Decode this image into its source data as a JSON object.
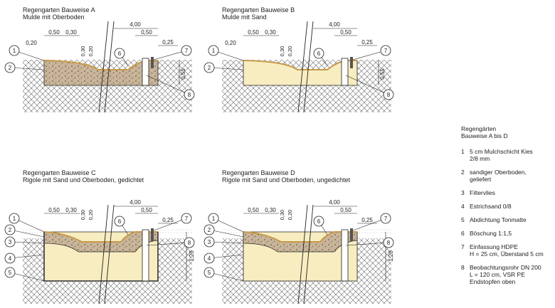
{
  "panels": [
    {
      "id": "A",
      "title": "Regengarten Bauweise A",
      "subtitle": "Mulde mit Oberboden",
      "variant": "mulde",
      "fill": "oberboden",
      "seal": false
    },
    {
      "id": "B",
      "title": "Regengarten Bauweise B",
      "subtitle": "Mulde mit Sand",
      "variant": "mulde",
      "fill": "sand",
      "seal": false
    },
    {
      "id": "C",
      "title": "Regengarten Bauweise C",
      "subtitle": "Rigole mit Sand und Oberboden, gedichtet",
      "variant": "rigole",
      "fill": "oberboden",
      "seal": true
    },
    {
      "id": "D",
      "title": "Regengarten Bauweise D",
      "subtitle": "Rigole mit Sand und Oberboden, ungedichtet",
      "variant": "rigole",
      "fill": "oberboden",
      "seal": false
    }
  ],
  "dims": {
    "d050": "0,50",
    "d030": "0,30",
    "d400": "4,00",
    "d020": "0,20",
    "d025": "0,25",
    "d055": "0,55",
    "d120": "1,20"
  },
  "callouts": [
    "1",
    "2",
    "3",
    "4",
    "5",
    "6",
    "7",
    "8"
  ],
  "colors": {
    "topsoil": "#c9b59a",
    "sand": "#f7edc0",
    "mulch": "#c99a4a",
    "soil_hatch": "#555555",
    "line": "#222222"
  },
  "legend": {
    "title_line1": "Regengärten",
    "title_line2": "Bauweise A bis D",
    "items": [
      {
        "n": "1",
        "l1": "5 cm Mulchschicht Kies",
        "l2": "2/8 mm"
      },
      {
        "n": "2",
        "l1": "sandiger Oberboden,",
        "l2": "geliefert"
      },
      {
        "n": "3",
        "l1": "Filtervlies",
        "l2": ""
      },
      {
        "n": "4",
        "l1": "Estrichsand 0/8",
        "l2": ""
      },
      {
        "n": "5",
        "l1": "Abdichtung Tonmatte",
        "l2": ""
      },
      {
        "n": "6",
        "l1": "Böschung 1:1,5",
        "l2": ""
      },
      {
        "n": "7",
        "l1": "Einfassung HDPE",
        "l2": "H = 25 cm, Überstand 5 cm"
      },
      {
        "n": "8",
        "l1": "Beobachtungsrohr DN 200",
        "l2": "L = 120 cm, VSR PE",
        "l3": "Endstopfen oben"
      }
    ]
  }
}
